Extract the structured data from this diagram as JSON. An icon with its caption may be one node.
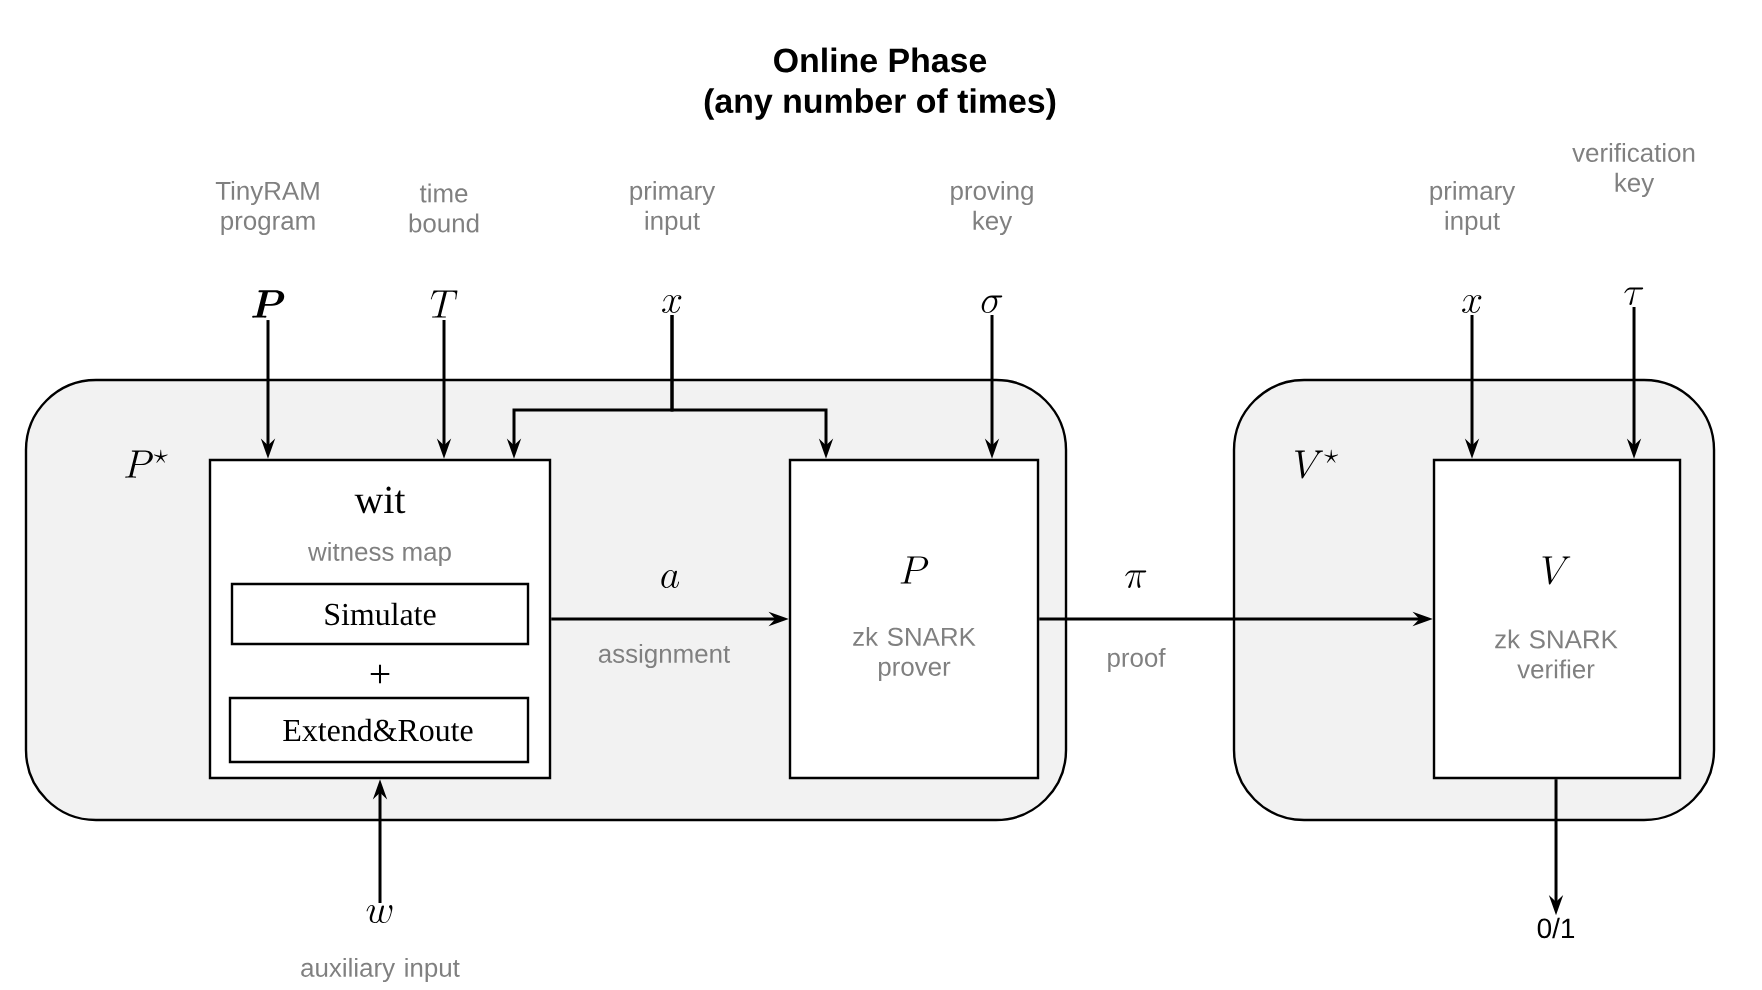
{
  "diagram": {
    "title": "Online Phase",
    "nodes": [
      {
        "text": [
          "P^\\star"
        ]
      },
      {
        "text": [
          "wit",
          "witness map",
          "+"
        ],
        "in": 0
      },
      {
        "text": [
          "Simulate"
        ],
        "in": 1
      },
      {
        "text": [
          "Extend&Route"
        ],
        "in": 1
      },
      {
        "text": [
          "P",
          "zk SNARK prover"
        ],
        "in": 0
      },
      {
        "text": [
          "V^\\star"
        ]
      },
      {
        "text": [
          "V",
          "zk SNARK verifier"
        ],
        "in": 5
      },
      {
        "text": [
          "TinyRAM program",
          "\\boldsymbol{P}"
        ]
      },
      {
        "text": [
          "time bound",
          "T"
        ]
      },
      {
        "text": [
          "primary input",
          "x"
        ]
      },
      {
        "text": [
          "proving key",
          "\\sigma"
        ]
      },
      {
        "text": [
          "primary input",
          "x"
        ]
      },
      {
        "text": [
          "verification key",
          "\\tau"
        ]
      },
      {
        "text": [
          "w",
          "auxiliary input"
        ]
      },
      {
        "text": [
          "0/1"
        ]
      }
    ],
    "edges": [
      {
        "from": 7,
        "to": 1,
        "arrow": "to"
      },
      {
        "from": 8,
        "to": 1,
        "arrow": "to"
      },
      {
        "from": 9,
        "to": 1,
        "arrow": "to"
      },
      {
        "from": 9,
        "to": 4,
        "arrow": "to"
      },
      {
        "from": 10,
        "to": 4,
        "arrow": "to"
      },
      {
        "from": 13,
        "to": 1,
        "arrow": "to"
      },
      {
        "from": 1,
        "to": 4,
        "arrow": "to",
        "label": "a"
      },
      {
        "from": 4,
        "to": 6,
        "arrow": "to",
        "label": "\\pi"
      },
      {
        "from": 11,
        "to": 6,
        "arrow": "to"
      },
      {
        "from": 12,
        "to": 6,
        "arrow": "to"
      },
      {
        "from": 6,
        "to": 14,
        "arrow": "to"
      }
    ],
    "labels": [
      "(any number of times)",
      "assignment",
      "proof"
    ]
  }
}
